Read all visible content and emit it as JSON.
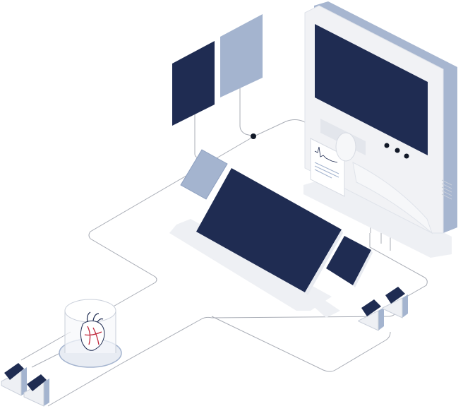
{
  "colors": {
    "navy": "#1f2c52",
    "light_blue": "#a4b4cf",
    "device_body": "#eef0f4",
    "device_edge": "#a7b6d0",
    "line": "#a9adb6",
    "shadow": "#eef0f4",
    "heart_red": "#c0283c",
    "heart_outline": "#1f2c52",
    "connector": "#111827"
  },
  "elements": [
    "central-monitor",
    "overhead-screen-left",
    "overhead-screen-right",
    "work-table",
    "tablet-panel",
    "small-monitor",
    "heart-container",
    "pedestal-terminal-left-1",
    "pedestal-terminal-left-2",
    "pedestal-terminal-right-1",
    "pedestal-terminal-right-2",
    "printout-paper"
  ]
}
